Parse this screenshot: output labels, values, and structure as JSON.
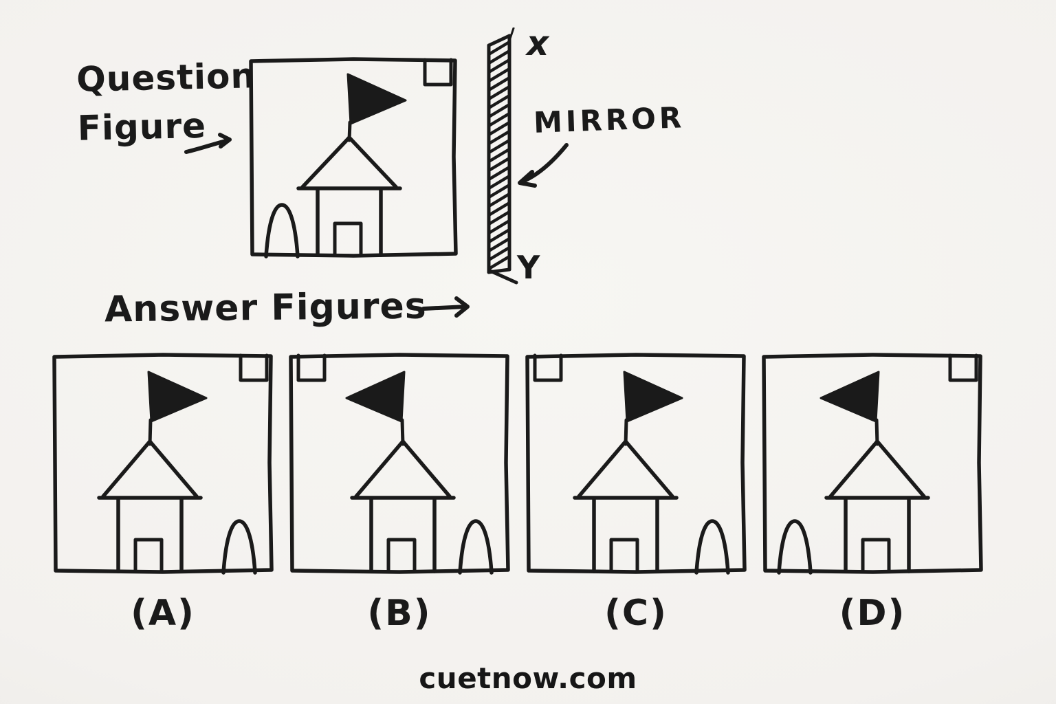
{
  "page": {
    "background": "#f4f2ef",
    "ink": "#1a1a1a",
    "watermark": "cuetnow.com"
  },
  "question_section": {
    "label_line1": "Question",
    "label_line2": "Figure",
    "figure": {
      "flag": "right",
      "notch": "top-right",
      "arch": "bottom-left"
    }
  },
  "mirror": {
    "top_label": "x",
    "label": "MIRROR",
    "bottom_label": "Y"
  },
  "answer_section": {
    "label": "Answer Figures",
    "options": [
      {
        "id": "A",
        "label": "(A)",
        "figure": {
          "flag": "right",
          "notch": "top-right",
          "arch": "bottom-right"
        }
      },
      {
        "id": "B",
        "label": "(B)",
        "figure": {
          "flag": "left",
          "notch": "top-left",
          "arch": "bottom-right"
        }
      },
      {
        "id": "C",
        "label": "(C)",
        "figure": {
          "flag": "right",
          "notch": "top-left",
          "arch": "bottom-right"
        }
      },
      {
        "id": "D",
        "label": "(D)",
        "figure": {
          "flag": "left",
          "notch": "top-right",
          "arch": "bottom-left"
        }
      }
    ]
  }
}
